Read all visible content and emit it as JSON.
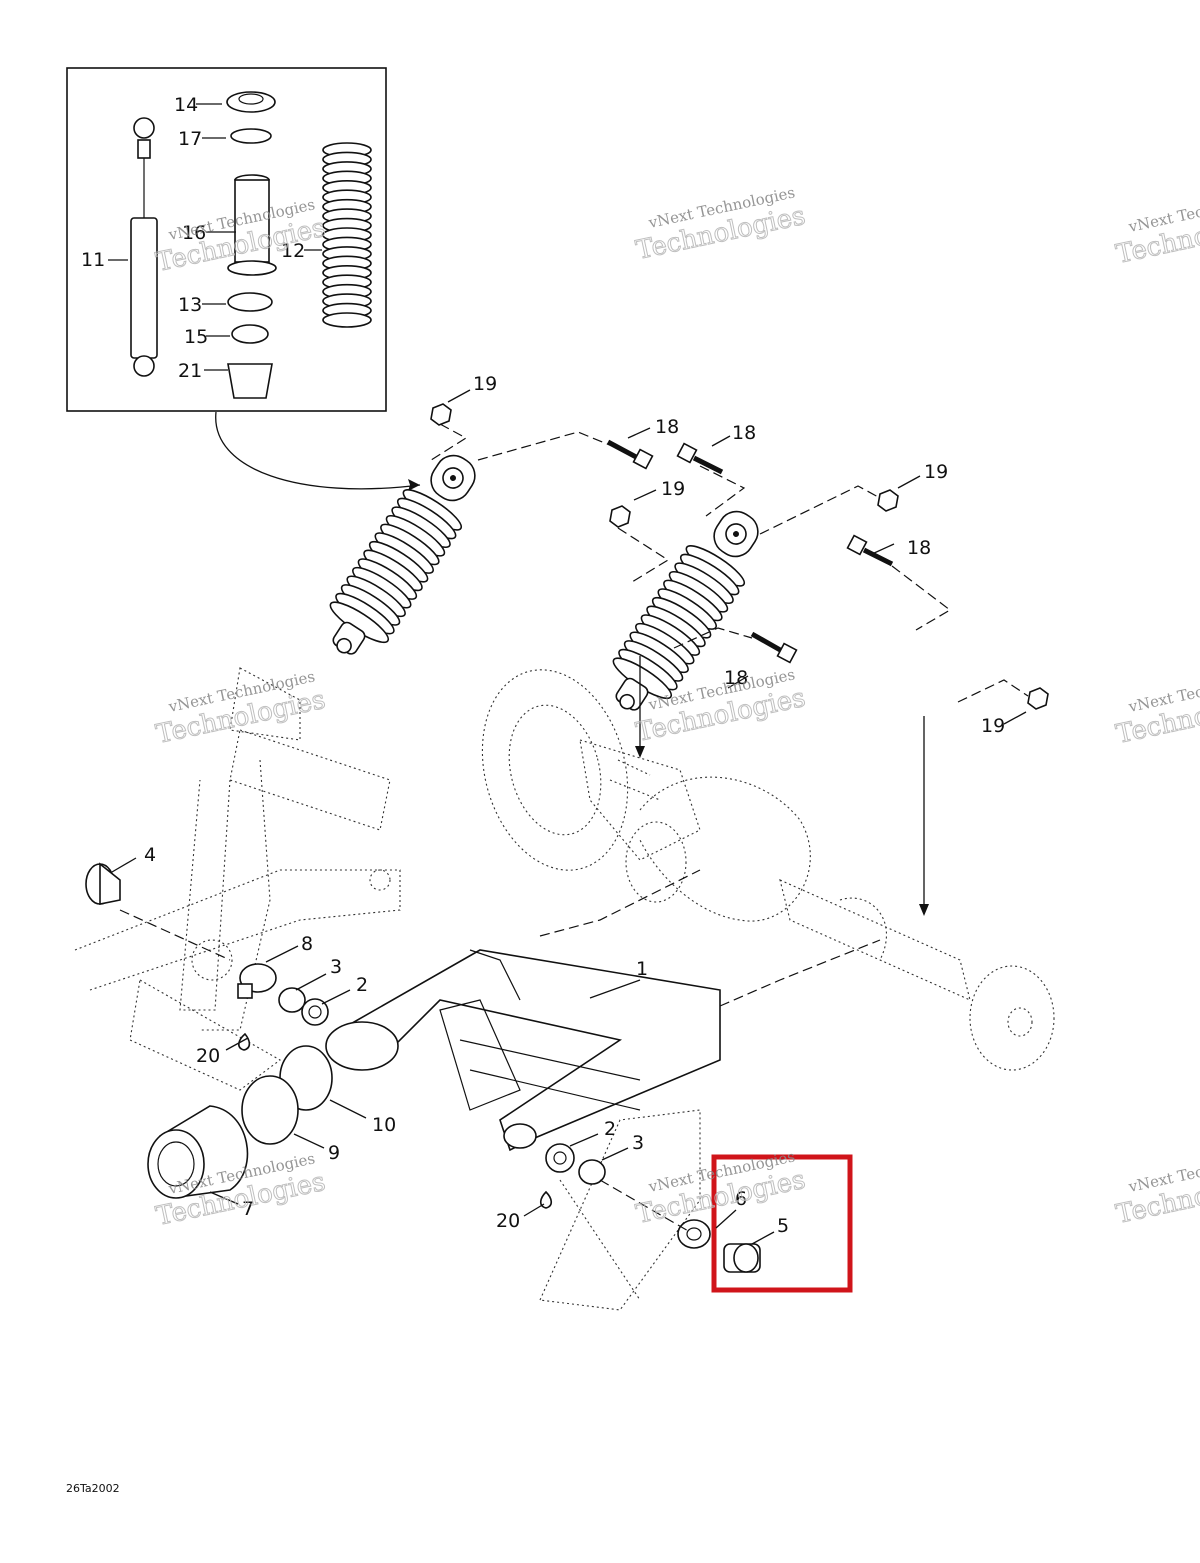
{
  "diagram": {
    "drawing_code": "26Ta2002",
    "highlight_color": "#d0141a",
    "watermark": {
      "line1": "vNext Technologies",
      "line2": "Technologies"
    },
    "callouts": [
      "1",
      "2",
      "3",
      "4",
      "5",
      "6",
      "7",
      "8",
      "9",
      "10",
      "11",
      "12",
      "13",
      "14",
      "15",
      "16",
      "17",
      "18",
      "19",
      "20",
      "21"
    ]
  }
}
